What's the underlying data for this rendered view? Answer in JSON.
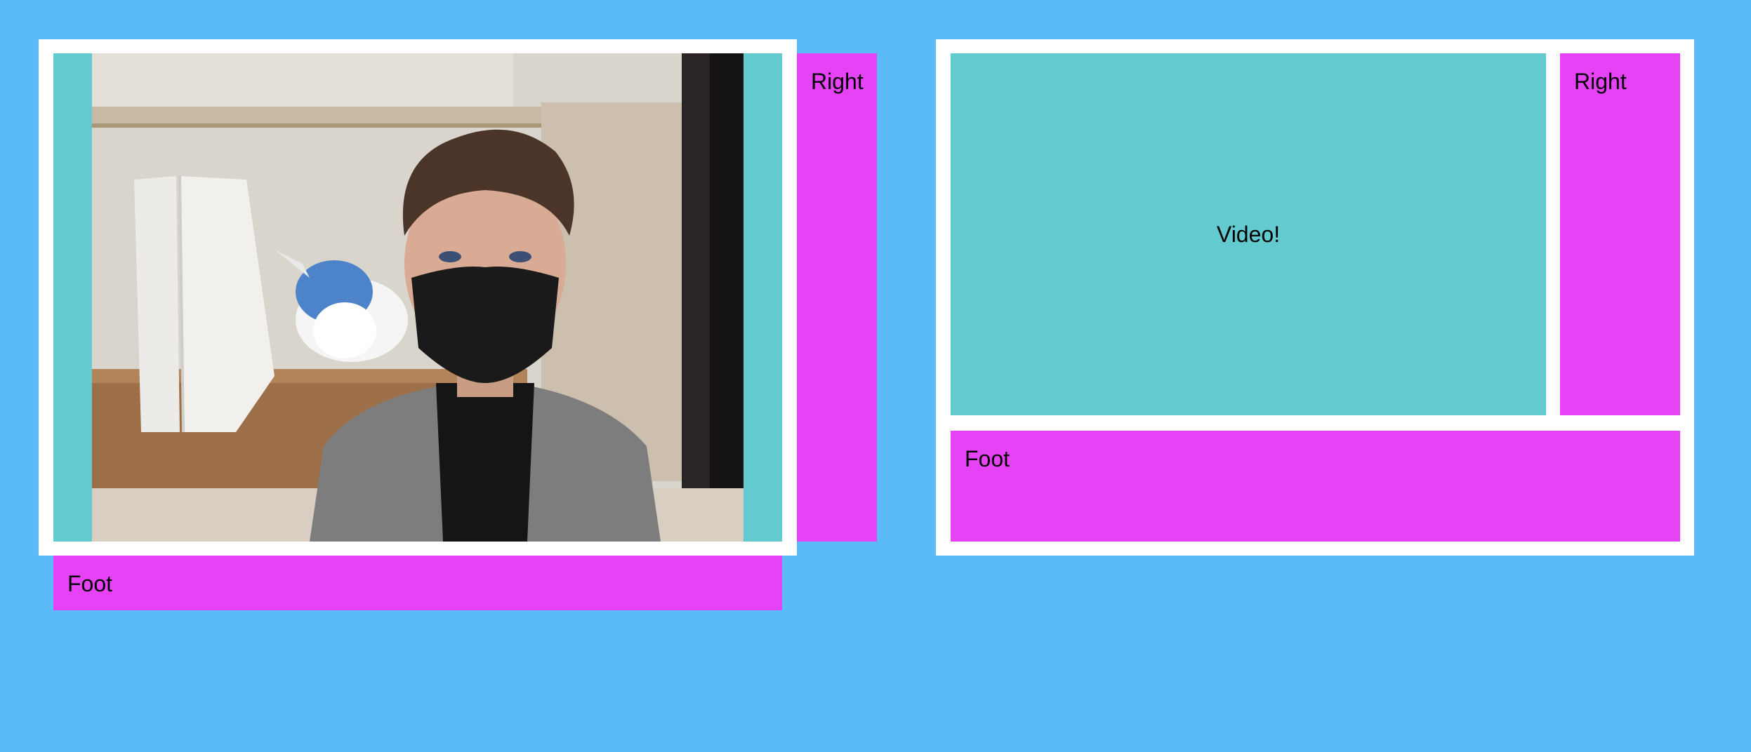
{
  "colors": {
    "background": "#5BBAF8",
    "frame": "#FFFFFF",
    "video_area": "#63CBCF",
    "panel": "#E543F5",
    "text": "#000000"
  },
  "left_layout": {
    "video": {
      "image_description_icon": "person-photo",
      "has_live_video": true
    },
    "right_label": "Right",
    "foot_label": "Foot"
  },
  "right_layout": {
    "video_label": "Video!",
    "right_label": "Right",
    "foot_label": "Foot"
  }
}
